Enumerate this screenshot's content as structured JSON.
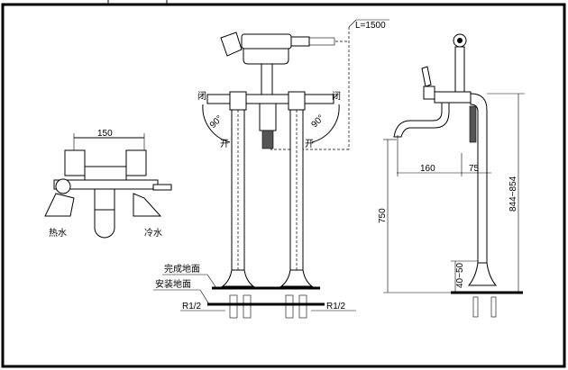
{
  "drawing": {
    "hose_length": "L=1500",
    "front_view": {
      "close_left": "闭",
      "close_right": "闭",
      "angle_left": "90°",
      "angle_right": "90°",
      "open_left": "开",
      "open_right": "开",
      "finished_floor": "完成地面",
      "install_floor": "安装地面",
      "thread_left": "R1/2",
      "thread_right": "R1/2"
    },
    "top_view": {
      "spacing": "150",
      "hot_water": "热水",
      "cold_water": "冷水"
    },
    "side_view": {
      "reach": "160",
      "offset": "75",
      "spout_height": "750",
      "total_height": "844~854",
      "floor_gap": "40~50"
    }
  }
}
